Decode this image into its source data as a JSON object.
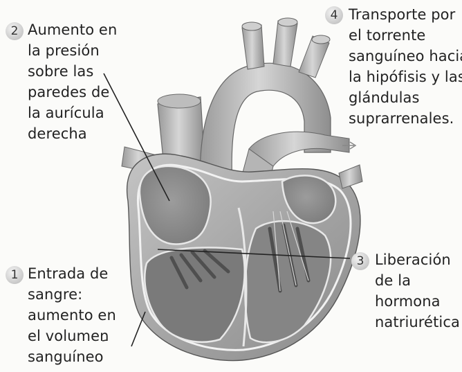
{
  "callouts": [
    {
      "number": "1",
      "text": "Entrada de\nsangre:\naumento en\nel volumen\nsanguíneo"
    },
    {
      "number": "2",
      "text": "Aumento en\nla presión\nsobre las\nparedes de\nla aurícula\nderecha"
    },
    {
      "number": "3",
      "text": "Liberación\nde la\nhormona\nnatriurética"
    },
    {
      "number": "4",
      "text": "Transporte por\nel torrente\nsanguíneo hacia\nla hipófisis y las\nglándulas\nsuprarrenales."
    }
  ],
  "colors": {
    "heart_fill": "#a9a9a9",
    "chamber_fill": "#8f8f8f",
    "muscle_dark": "#5e5e5e",
    "badge": "#c9c9c9",
    "leader_line": "#222222"
  }
}
